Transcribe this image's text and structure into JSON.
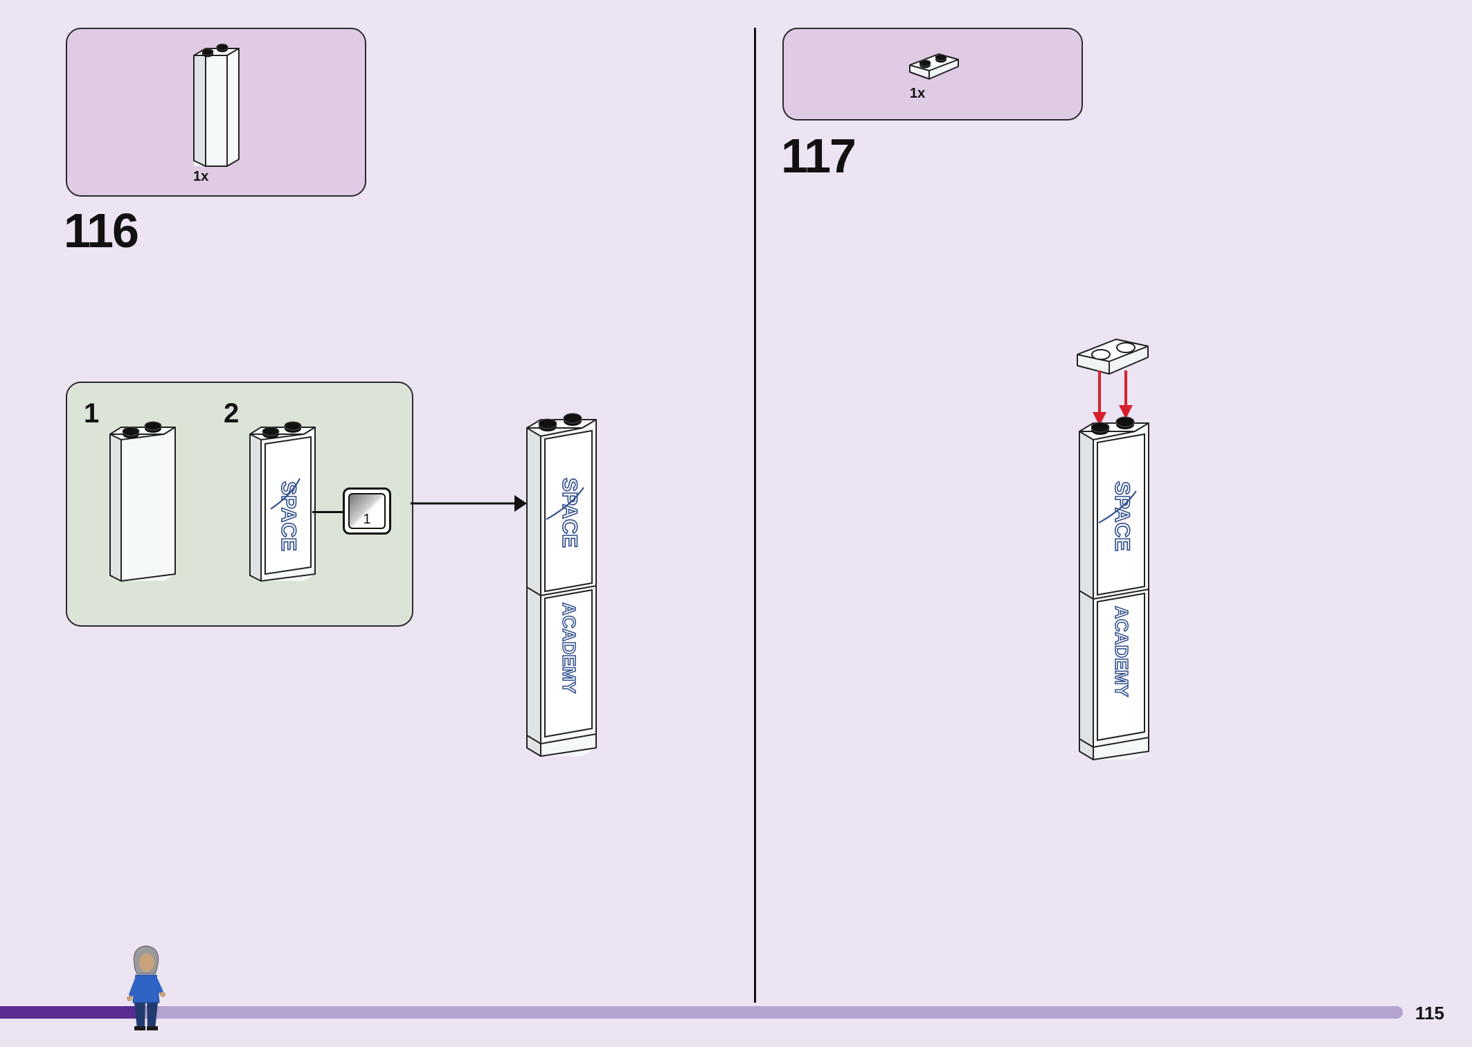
{
  "step_116": {
    "number": "116",
    "parts": {
      "quantity": "1x",
      "part": "white 1x2x5 brick"
    },
    "sub_steps": [
      "1",
      "2"
    ],
    "sticker_callout": "1",
    "sticker_text": {
      "top": "SPACE",
      "bottom": "ACADEMY"
    }
  },
  "step_117": {
    "number": "117",
    "parts": {
      "quantity": "1x",
      "part": "white 1x2 plate"
    },
    "sticker_text": {
      "top": "SPACE",
      "bottom": "ACADEMY"
    }
  },
  "footer": {
    "page_number": "115",
    "progress_fraction": 0.097
  },
  "colors": {
    "background": "#ece4f2",
    "parts_box": "#dfcbe3",
    "sub_step_box": "#dbe4d6",
    "progress_fill": "#5a2d91",
    "progress_track": "#b5a3d1",
    "arrow_red": "#d6202e"
  }
}
